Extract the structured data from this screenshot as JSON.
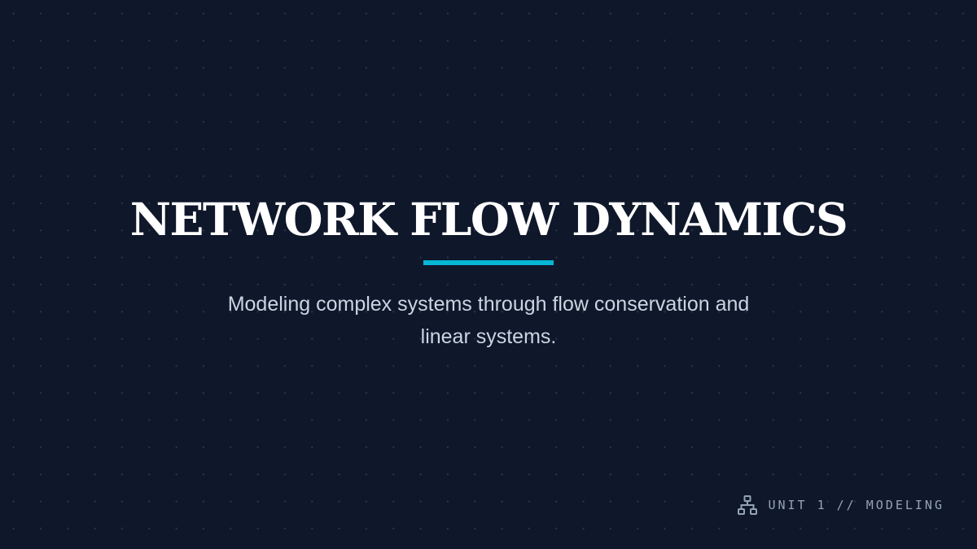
{
  "slide": {
    "title": "NETWORK FLOW DYNAMICS",
    "subtitle": "Modeling complex systems through flow conservation and linear systems.",
    "footer_label": "UNIT 1 // MODELING",
    "footer_icon": "sitemap-icon",
    "accent_color": "#06b6d4",
    "background_color": "#0f172a"
  }
}
